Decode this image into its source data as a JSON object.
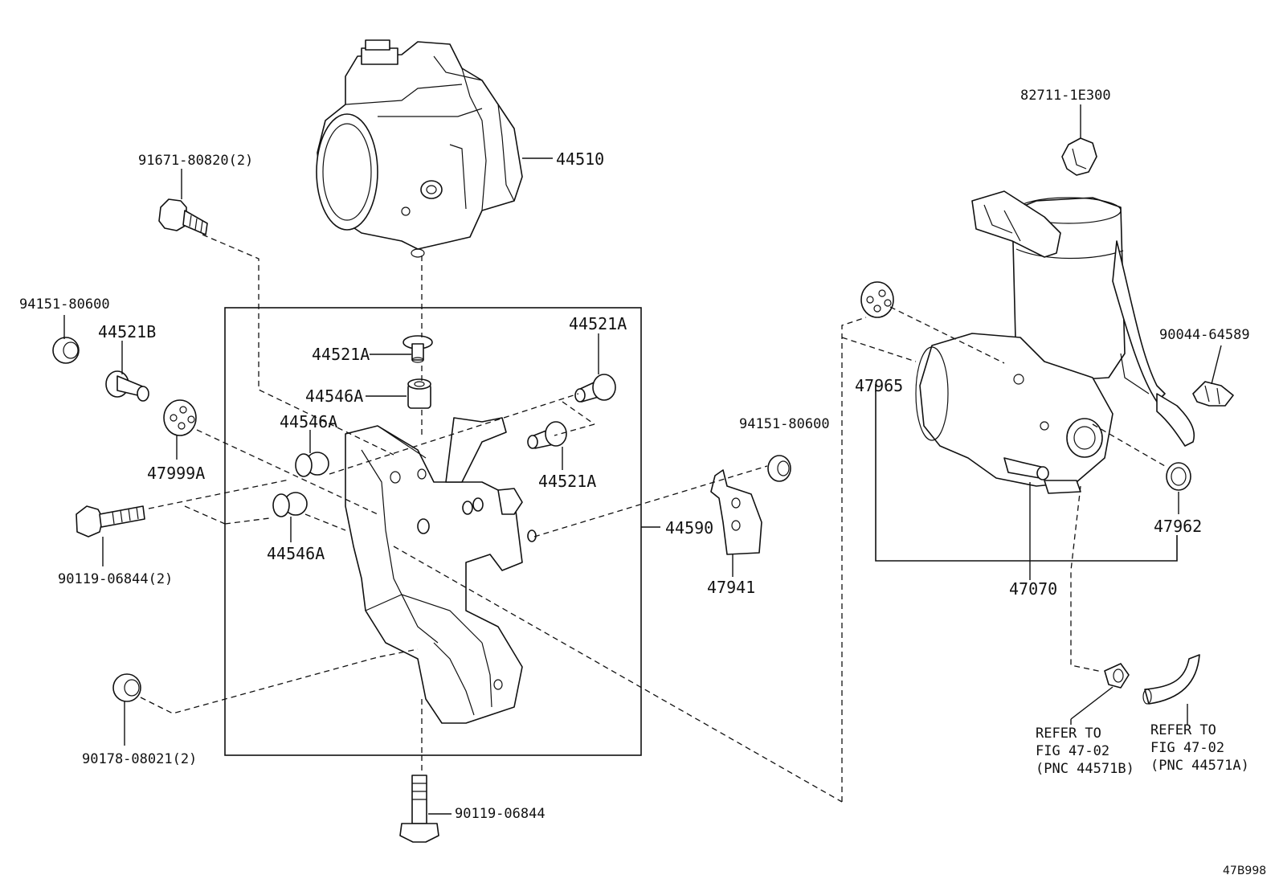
{
  "labels": {
    "p44510": "44510",
    "p91671": "91671-80820(2)",
    "p82711": "82711-1E300",
    "p94151_left": "94151-80600",
    "p44521B": "44521B",
    "p44521A_top": "44521A",
    "p44521A_right": "44521A",
    "p44521A_mid": "44521A",
    "p44546A_top": "44546A",
    "p44546A_mid": "44546A",
    "p44546A_low": "44546A",
    "p47999A": "47999A",
    "p90119_bolt2": "90119-06844(2)",
    "p90178": "90178-08021(2)",
    "p90119_bottom": "90119-06844",
    "p44590": "44590",
    "p94151_mid": "94151-80600",
    "p47941": "47941",
    "p47965": "47965",
    "p90044": "90044-64589",
    "p47962": "47962",
    "p47070": "47070",
    "refer_b": [
      "REFER TO",
      "FIG 47-02",
      "(PNC 44571B)"
    ],
    "refer_a": [
      "REFER TO",
      "FIG 47-02",
      "(PNC 44571A)"
    ],
    "figure_code": "47B998"
  }
}
